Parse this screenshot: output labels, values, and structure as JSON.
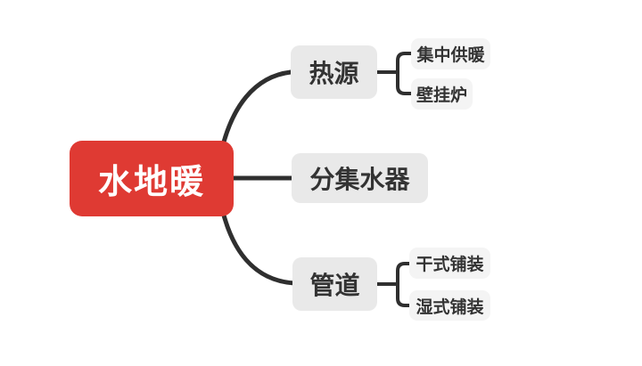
{
  "colors": {
    "background": "#ffffff",
    "root_bg": "#df3a33",
    "root_text": "#ffffff",
    "topic_bg": "#e9e9e9",
    "subtopic_bg": "#f4f4f4",
    "topic_text": "#333333",
    "line": "#2f2f2f"
  },
  "mindmap": {
    "root": {
      "label": "水地暖"
    },
    "branches": [
      {
        "label": "热源",
        "children": [
          {
            "label": "集中供暖"
          },
          {
            "label": "壁挂炉"
          }
        ]
      },
      {
        "label": "分集水器",
        "children": []
      },
      {
        "label": "管道",
        "children": [
          {
            "label": "干式铺装"
          },
          {
            "label": "湿式铺装"
          }
        ]
      }
    ]
  }
}
